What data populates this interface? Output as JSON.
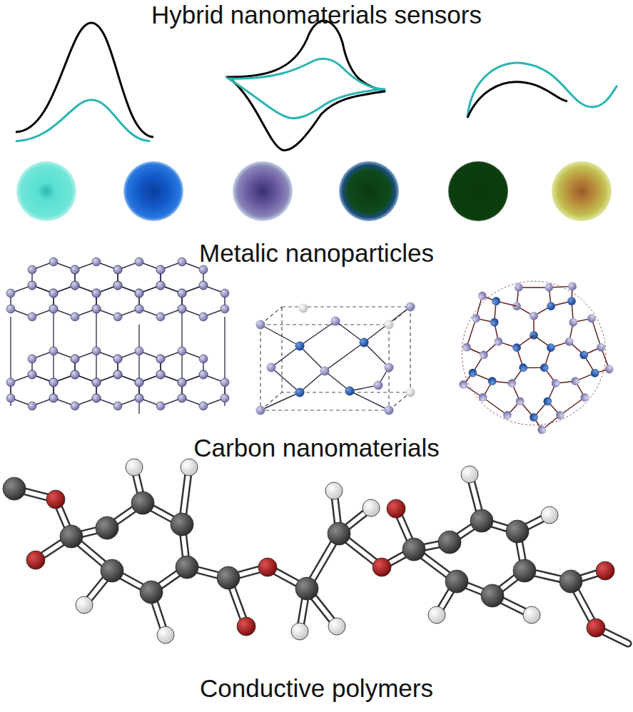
{
  "diagram": {
    "title": "Hybrid nanomaterials sensors",
    "labels": [
      "Metalic nanoparticles",
      "Carbon nanomaterials",
      "Conductive polymers"
    ]
  }
}
